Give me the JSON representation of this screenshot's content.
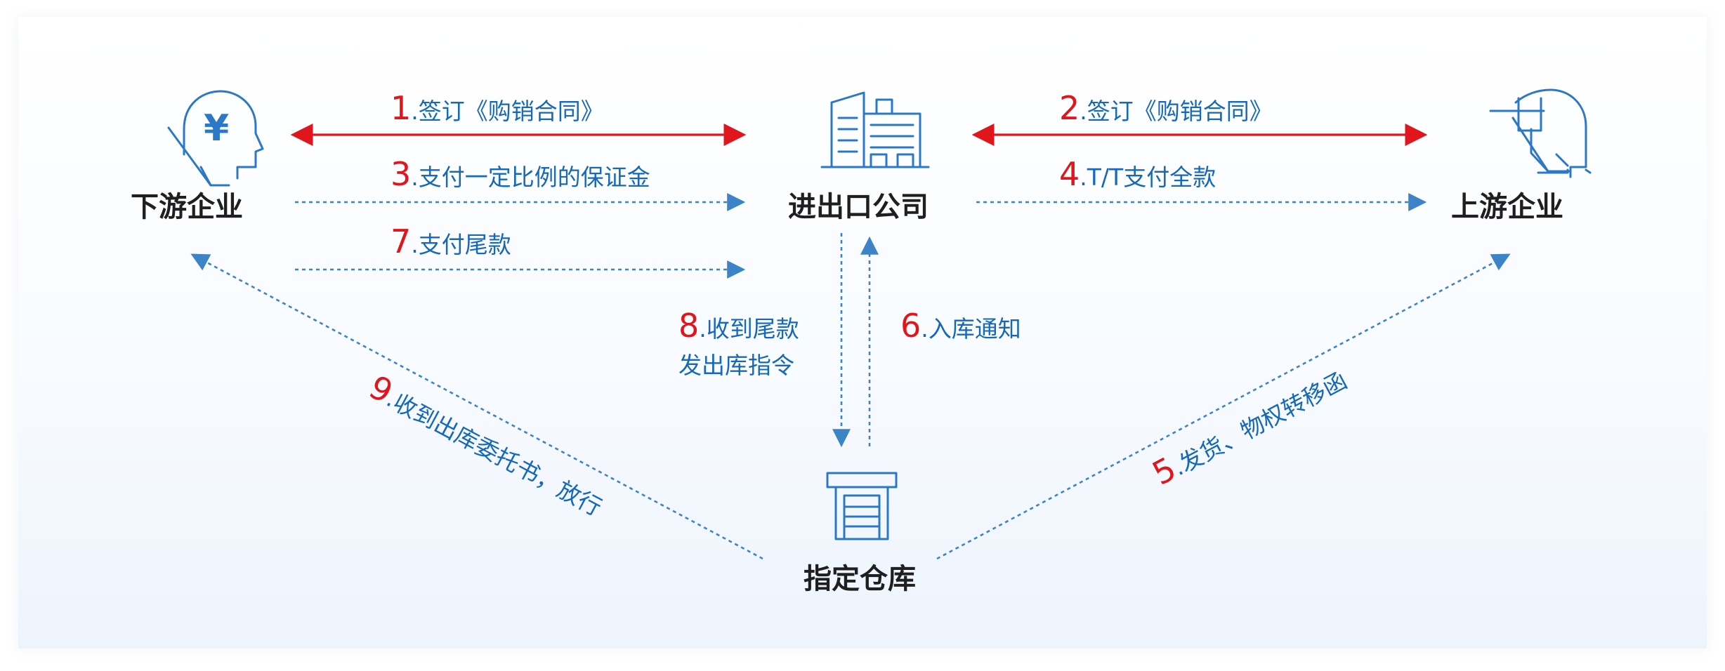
{
  "nodes": {
    "downstream": "下游企业",
    "company": "进出口公司",
    "upstream": "上游企业",
    "warehouse": "指定仓库"
  },
  "icons": {
    "downstream": "yen-person-icon",
    "company": "building-icon",
    "upstream": "person-icon",
    "warehouse": "warehouse-icon",
    "downstream_symbol": "¥"
  },
  "steps": {
    "s1": {
      "num": "1",
      "text": ".签订《购销合同》"
    },
    "s2": {
      "num": "2",
      "text": ".签订《购销合同》"
    },
    "s3": {
      "num": "3",
      "text": ".支付一定比例的保证金"
    },
    "s4": {
      "num": "4",
      "text": ".T/T支付全款"
    },
    "s5": {
      "num": "5",
      "text": ".发货、物权转移函"
    },
    "s6": {
      "num": "6",
      "text": ".入库通知"
    },
    "s7": {
      "num": "7",
      "text": ".支付尾款"
    },
    "s8": {
      "num": "8",
      "text": ".收到尾款",
      "text2": "发出库指令"
    },
    "s9": {
      "num": "9",
      "text": ".收到出库委托书，放行"
    }
  },
  "colors": {
    "contract_arrow": "#e0161c",
    "flow_arrow": "#3d84c6",
    "step_number": "#e0161c",
    "step_text": "#1668b8",
    "icon": "#2b78c6",
    "node_text": "#1f1f1f"
  }
}
